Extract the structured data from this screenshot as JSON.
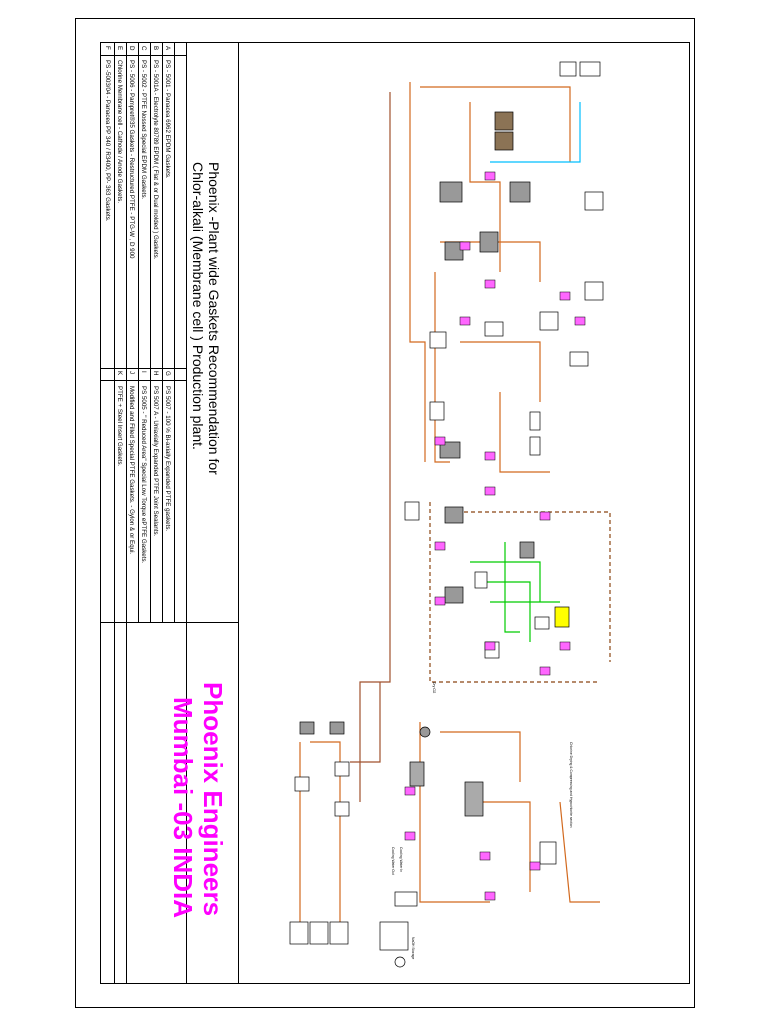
{
  "title": {
    "line1": "Phoenix -Plant wide Gaskets Recommendation for",
    "line2": "Chlor-alkali (Membrane cell ) Production plant."
  },
  "legend_left": [
    {
      "key": "A",
      "text": "PS - 5001 - Panacea 6962 EPDM Gaskets."
    },
    {
      "key": "B",
      "text": "PS - 5001A - Electrolyte 80789 EPDM ( Flat & or Dual molded ) Gaskets."
    },
    {
      "key": "C",
      "text": "PS - 5002 - PTFE Nossed Special EPDM Gaskets."
    },
    {
      "key": "D",
      "text": "PS - 5006 - Pampret®35 Gaskets - Restructured PTFE - PTG-W , D 900"
    },
    {
      "key": "E",
      "text": "Chlorine Membrane cell - Cathode / Anode Gaskets."
    },
    {
      "key": "F",
      "text": "PS -5003/04 - Panacea PP 340 / R3400, PP- 363 Gaskets."
    }
  ],
  "legend_right": [
    {
      "key": "G",
      "text": "PS 5007 - 100 % Bi-axially Expanded PTFE gaskets."
    },
    {
      "key": "H",
      "text": "PS 5007 A - Uniaxially Expanded PTFE Joint Sealants."
    },
    {
      "key": "I",
      "text": "PS 5005 - \" Reduced Area\" Special Low Torque ePTFE Gaskets."
    },
    {
      "key": "J",
      "text": "Modified and Filled Special PTFE Gaskets. - Gylon & or Equi."
    },
    {
      "key": "K",
      "text": "PTFE + Steel Insert Gaskets."
    }
  ],
  "company": {
    "line1": "Phoenix Engineers",
    "line2": "Mumbai -03 INDIA"
  },
  "colors": {
    "company": "#ff00ff",
    "pipe_brine": "#d2691e",
    "pipe_water": "#00cc00",
    "pipe_cooling": "#00bfff",
    "pipe_main": "#a0522d",
    "tag_fill": "#ff66ff",
    "highlight_box": "#ffff00"
  },
  "diagram_labels": {
    "chlorine_note": "Chlorine Drying & Compressing and Hypochlorite section",
    "dry_cl2": "Dry Cl2",
    "cooling_water_out": "Cooling Water Out",
    "cooling_water_in": "Cooling Water In",
    "naoh_storage": "NaOH Storage"
  }
}
